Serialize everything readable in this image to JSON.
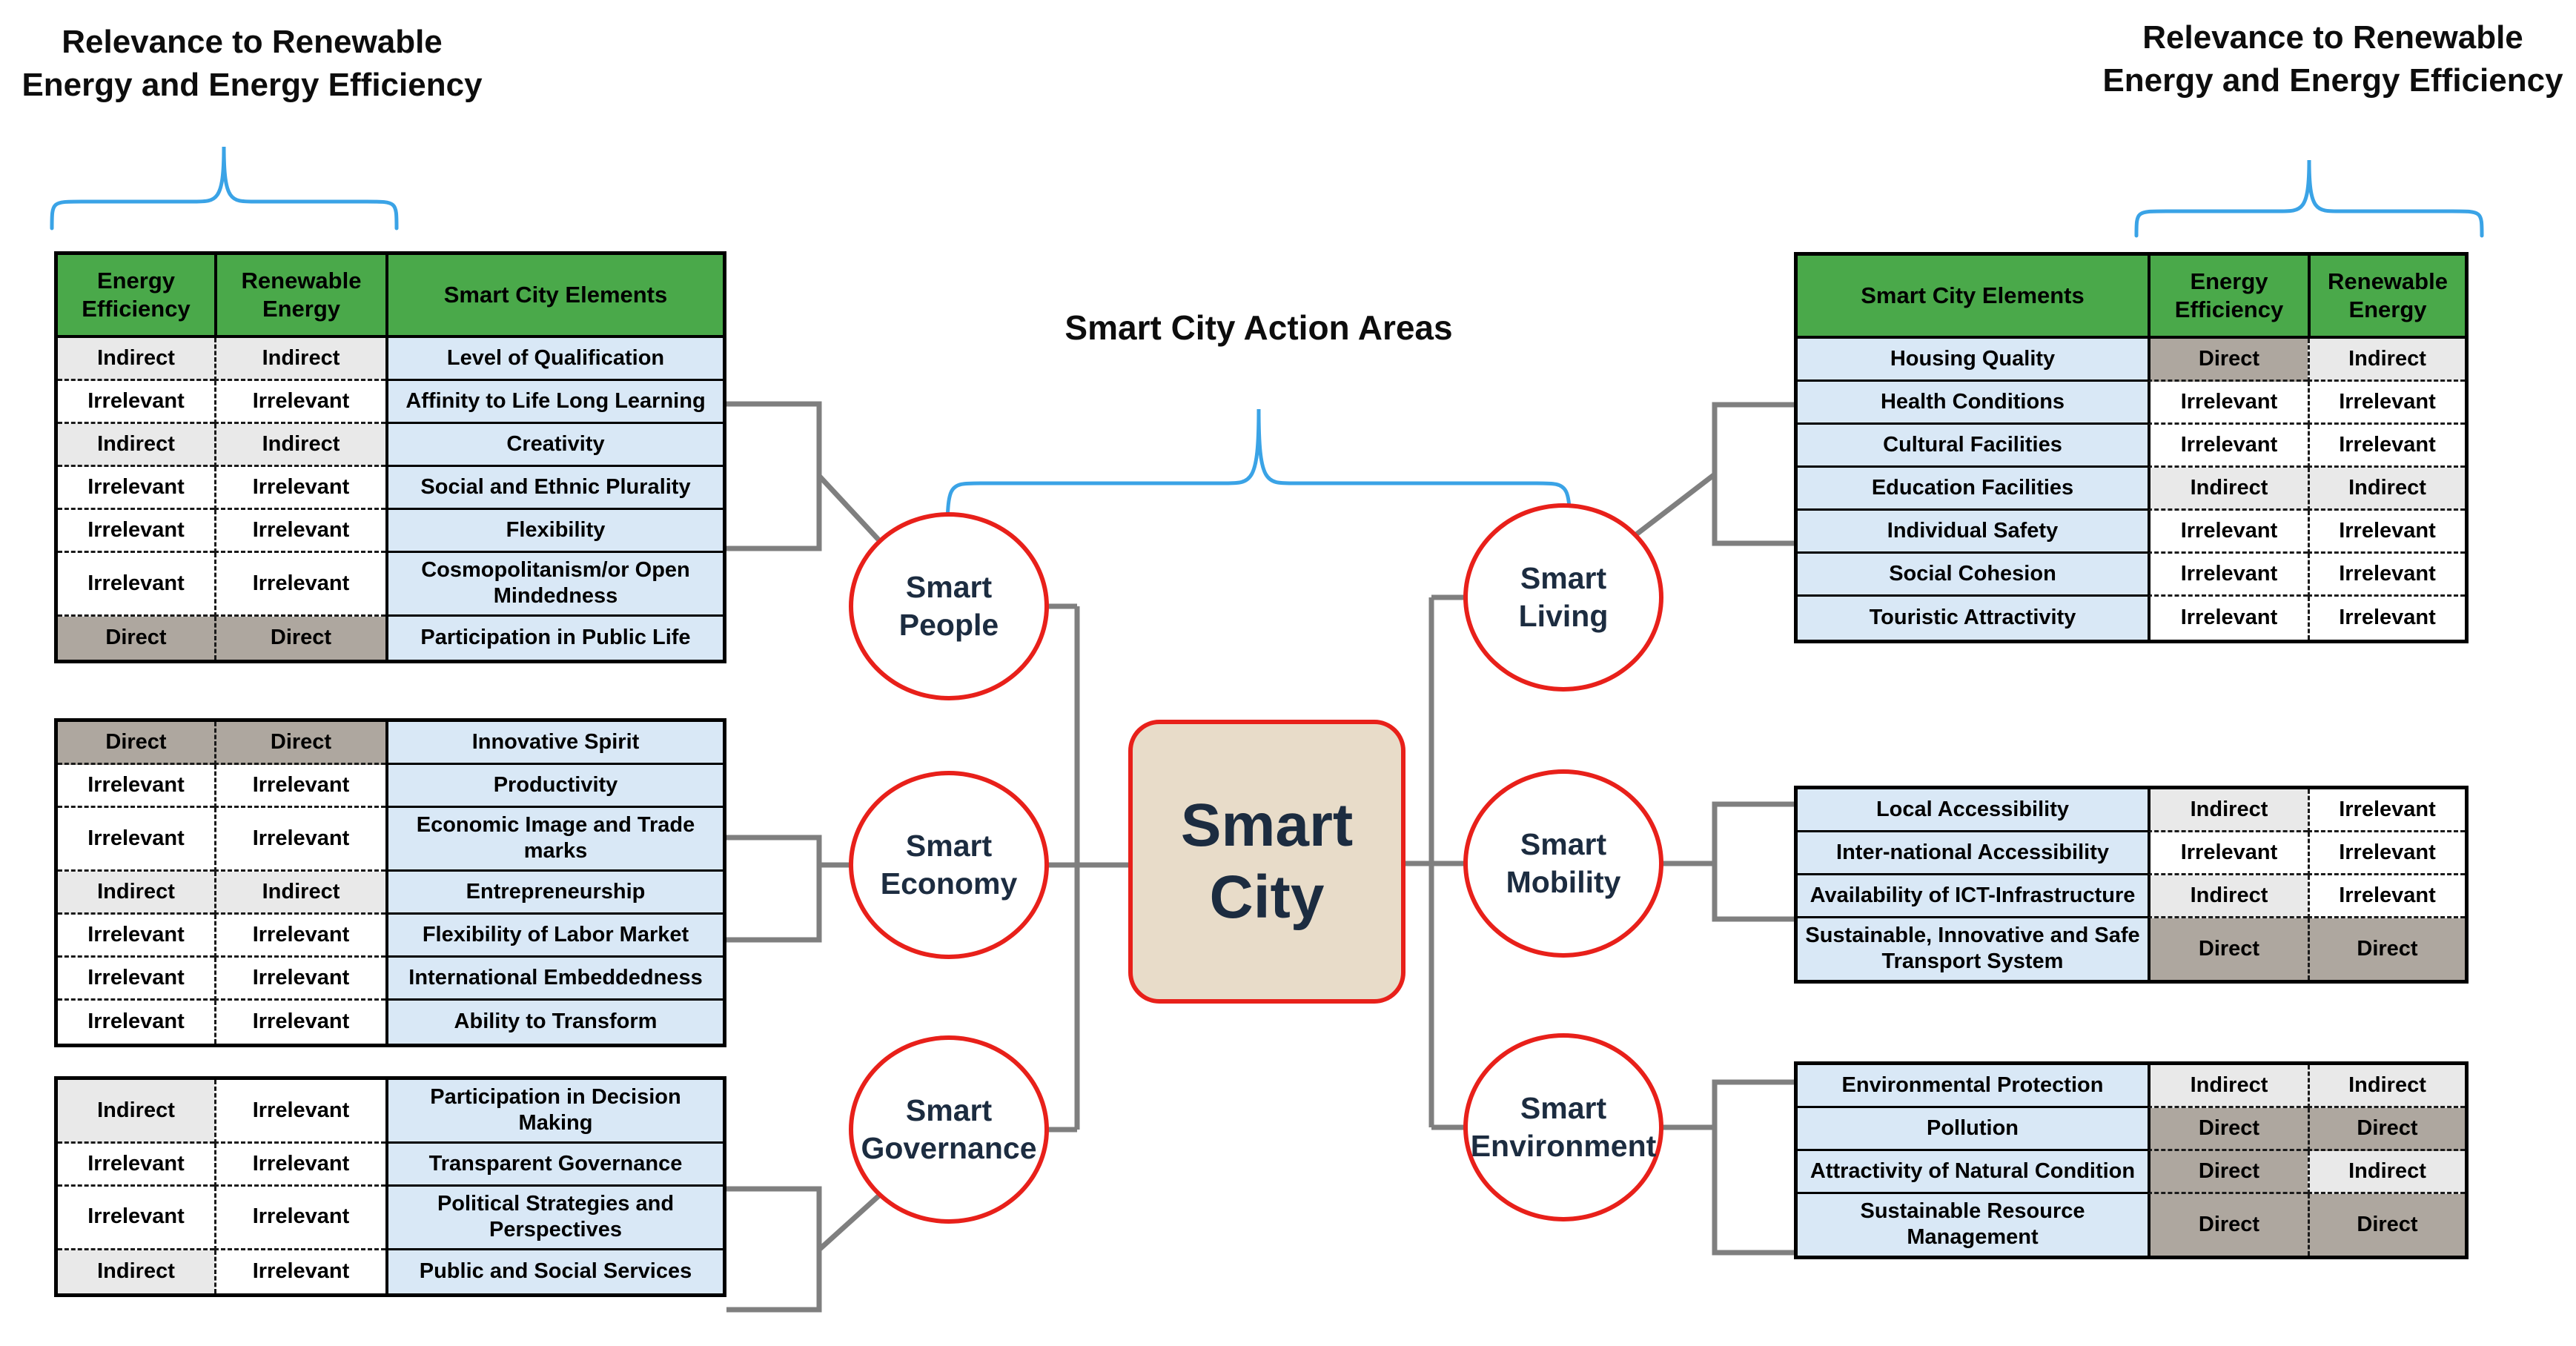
{
  "titles": {
    "left": [
      "Relevance to Renewable",
      "Energy and Energy Efficiency"
    ],
    "right": [
      "Relevance to Renewable",
      "Energy and Energy Efficiency"
    ],
    "center": "Smart City Action Areas"
  },
  "center_box": {
    "line1": "Smart",
    "line2": "City"
  },
  "circles": [
    {
      "id": "smart-people",
      "line1": "Smart",
      "line2": "People"
    },
    {
      "id": "smart-economy",
      "line1": "Smart",
      "line2": "Economy"
    },
    {
      "id": "smart-governance",
      "line1": "Smart",
      "line2": "Governance"
    },
    {
      "id": "smart-living",
      "line1": "Smart",
      "line2": "Living"
    },
    {
      "id": "smart-mobility",
      "line1": "Smart",
      "line2": "Mobility"
    },
    {
      "id": "smart-environment",
      "line1": "Smart",
      "line2": "Environment"
    }
  ],
  "relevance_values": [
    "Direct",
    "Indirect",
    "Irrelevant"
  ],
  "tables": [
    {
      "id": "smart-people",
      "side": "left",
      "headers": [
        "Energy Efficiency",
        "Renewable Energy",
        "Smart City Elements"
      ],
      "rows": [
        {
          "energy_efficiency": "Indirect",
          "renewable_energy": "Indirect",
          "element": "Level of Qualification"
        },
        {
          "energy_efficiency": "Irrelevant",
          "renewable_energy": "Irrelevant",
          "element": "Affinity to Life Long Learning"
        },
        {
          "energy_efficiency": "Indirect",
          "renewable_energy": "Indirect",
          "element": "Creativity"
        },
        {
          "energy_efficiency": "Irrelevant",
          "renewable_energy": "Irrelevant",
          "element": "Social and Ethnic Plurality"
        },
        {
          "energy_efficiency": "Irrelevant",
          "renewable_energy": "Irrelevant",
          "element": "Flexibility"
        },
        {
          "energy_efficiency": "Irrelevant",
          "renewable_energy": "Irrelevant",
          "element": "Cosmopolitanism/or Open Mindedness"
        },
        {
          "energy_efficiency": "Direct",
          "renewable_energy": "Direct",
          "element": "Participation in Public Life"
        }
      ]
    },
    {
      "id": "smart-economy",
      "side": "left",
      "headers": null,
      "rows": [
        {
          "energy_efficiency": "Direct",
          "renewable_energy": "Direct",
          "element": "Innovative Spirit"
        },
        {
          "energy_efficiency": "Irrelevant",
          "renewable_energy": "Irrelevant",
          "element": "Productivity"
        },
        {
          "energy_efficiency": "Irrelevant",
          "renewable_energy": "Irrelevant",
          "element": "Economic Image and Trade marks"
        },
        {
          "energy_efficiency": "Indirect",
          "renewable_energy": "Indirect",
          "element": "Entrepreneurship"
        },
        {
          "energy_efficiency": "Irrelevant",
          "renewable_energy": "Irrelevant",
          "element": "Flexibility of Labor Market"
        },
        {
          "energy_efficiency": "Irrelevant",
          "renewable_energy": "Irrelevant",
          "element": "International Embeddedness"
        },
        {
          "energy_efficiency": "Irrelevant",
          "renewable_energy": "Irrelevant",
          "element": "Ability to Transform"
        }
      ]
    },
    {
      "id": "smart-governance",
      "side": "left",
      "headers": null,
      "rows": [
        {
          "energy_efficiency": "Indirect",
          "renewable_energy": "Irrelevant",
          "element": "Participation in Decision Making"
        },
        {
          "energy_efficiency": "Irrelevant",
          "renewable_energy": "Irrelevant",
          "element": "Transparent Governance"
        },
        {
          "energy_efficiency": "Irrelevant",
          "renewable_energy": "Irrelevant",
          "element": "Political Strategies and Perspectives"
        },
        {
          "energy_efficiency": "Indirect",
          "renewable_energy": "Irrelevant",
          "element": "Public and Social Services"
        }
      ]
    },
    {
      "id": "smart-living",
      "side": "right",
      "headers": [
        "Smart City Elements",
        "Energy Efficiency",
        "Renewable Energy"
      ],
      "rows": [
        {
          "element": "Housing Quality",
          "energy_efficiency": "Direct",
          "renewable_energy": "Indirect"
        },
        {
          "element": "Health Conditions",
          "energy_efficiency": "Irrelevant",
          "renewable_energy": "Irrelevant"
        },
        {
          "element": "Cultural Facilities",
          "energy_efficiency": "Irrelevant",
          "renewable_energy": "Irrelevant"
        },
        {
          "element": "Education Facilities",
          "energy_efficiency": "Indirect",
          "renewable_energy": "Indirect"
        },
        {
          "element": "Individual Safety",
          "energy_efficiency": "Irrelevant",
          "renewable_energy": "Irrelevant"
        },
        {
          "element": "Social Cohesion",
          "energy_efficiency": "Irrelevant",
          "renewable_energy": "Irrelevant"
        },
        {
          "element": "Touristic Attractivity",
          "energy_efficiency": "Irrelevant",
          "renewable_energy": "Irrelevant"
        }
      ]
    },
    {
      "id": "smart-mobility",
      "side": "right",
      "headers": null,
      "rows": [
        {
          "element": "Local Accessibility",
          "energy_efficiency": "Indirect",
          "renewable_energy": "Irrelevant"
        },
        {
          "element": "Inter-national Accessibility",
          "energy_efficiency": "Irrelevant",
          "renewable_energy": "Irrelevant"
        },
        {
          "element": "Availability of ICT-Infrastructure",
          "energy_efficiency": "Indirect",
          "renewable_energy": "Irrelevant"
        },
        {
          "element": "Sustainable, Innovative and Safe Transport System",
          "energy_efficiency": "Direct",
          "renewable_energy": "Direct"
        }
      ]
    },
    {
      "id": "smart-environment",
      "side": "right",
      "headers": null,
      "rows": [
        {
          "element": "Environmental Protection",
          "energy_efficiency": "Indirect",
          "renewable_energy": "Indirect"
        },
        {
          "element": "Pollution",
          "energy_efficiency": "Direct",
          "renewable_energy": "Direct"
        },
        {
          "element": "Attractivity of Natural Condition",
          "energy_efficiency": "Direct",
          "renewable_energy": "Indirect"
        },
        {
          "element": "Sustainable Resource Management",
          "energy_efficiency": "Direct",
          "renewable_energy": "Direct"
        }
      ]
    }
  ],
  "colors": {
    "red": "#e8201a",
    "green": "#4aa94a",
    "brace": "#3aa3e6",
    "tan": "#e8dcc9",
    "lightblue": "#d9e8f6",
    "direct": "#aea79f",
    "indirect": "#e9e9e9",
    "connector": "#7f7f7f",
    "navy": "#1c2c40"
  }
}
